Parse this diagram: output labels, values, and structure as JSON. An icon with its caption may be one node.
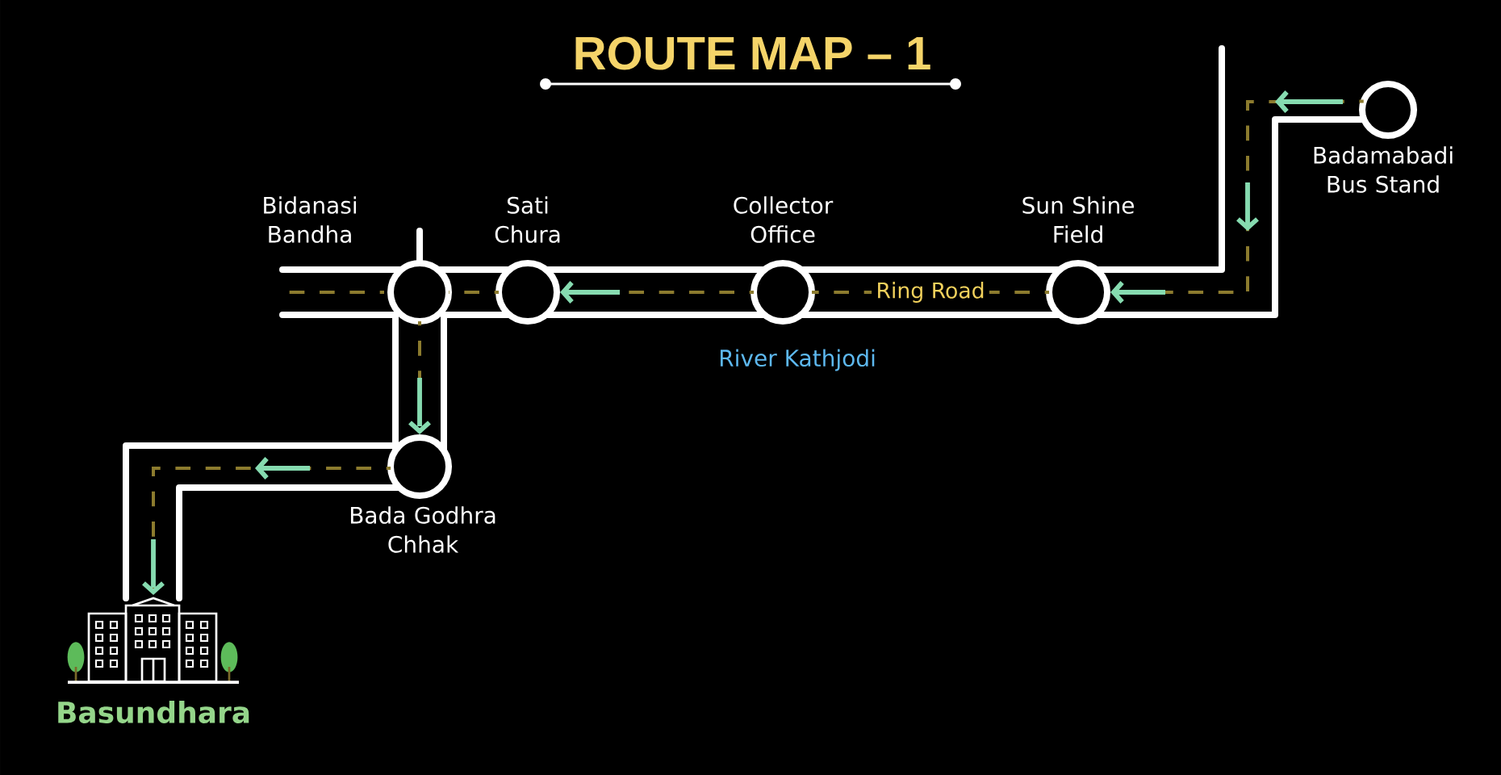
{
  "diagram": {
    "title": "ROUTE MAP – 1",
    "nodes": [
      {
        "text": [],
        "shape": "circle",
        "beside": [
          "Badamabadi Bus Stand"
        ]
      },
      {
        "text": [],
        "shape": "circle",
        "beside": [
          "Sun Shine Field"
        ]
      },
      {
        "text": [],
        "shape": "circle",
        "beside": [
          "Collector Office"
        ]
      },
      {
        "text": [],
        "shape": "circle",
        "beside": [
          "Sati Chura"
        ]
      },
      {
        "text": [],
        "shape": "circle",
        "beside": [
          "Bidanasi Bandha"
        ]
      },
      {
        "text": [],
        "shape": "circle",
        "beside": [
          "Bada Godhra Chhak"
        ]
      },
      {
        "text": [],
        "shape": "picture",
        "beside": [
          "Basundhara"
        ]
      }
    ],
    "edges": [
      {
        "from": 0,
        "to": 1,
        "arrow": "to"
      },
      {
        "from": 1,
        "to": 2,
        "arrow": "none",
        "label": "Ring Road"
      },
      {
        "from": 2,
        "to": 3,
        "arrow": "to"
      },
      {
        "from": 3,
        "to": 4,
        "arrow": "none"
      },
      {
        "from": 4,
        "to": 5,
        "arrow": "to"
      },
      {
        "from": 5,
        "to": 6,
        "arrow": "to"
      }
    ],
    "labels": [
      "River Kathjodi"
    ]
  }
}
